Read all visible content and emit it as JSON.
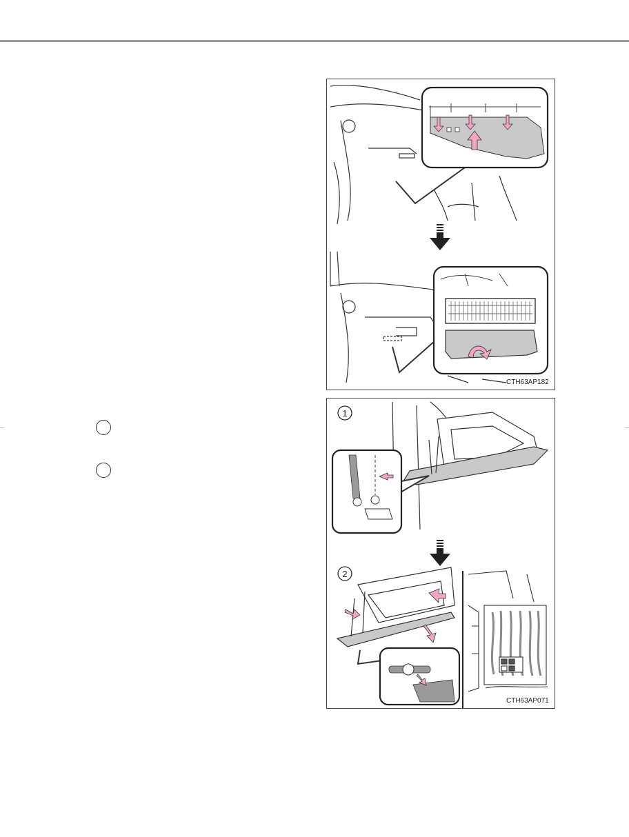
{
  "page": {
    "step_markers": [
      "",
      ""
    ]
  },
  "figures": [
    {
      "code": "CTH63AP182"
    },
    {
      "code": "CTH63AP071",
      "steps": [
        "1",
        "2"
      ]
    }
  ],
  "colors": {
    "arrow_pink": "#f2a6c4",
    "panel_gray": "#c9c9c9",
    "line": "#333333"
  }
}
